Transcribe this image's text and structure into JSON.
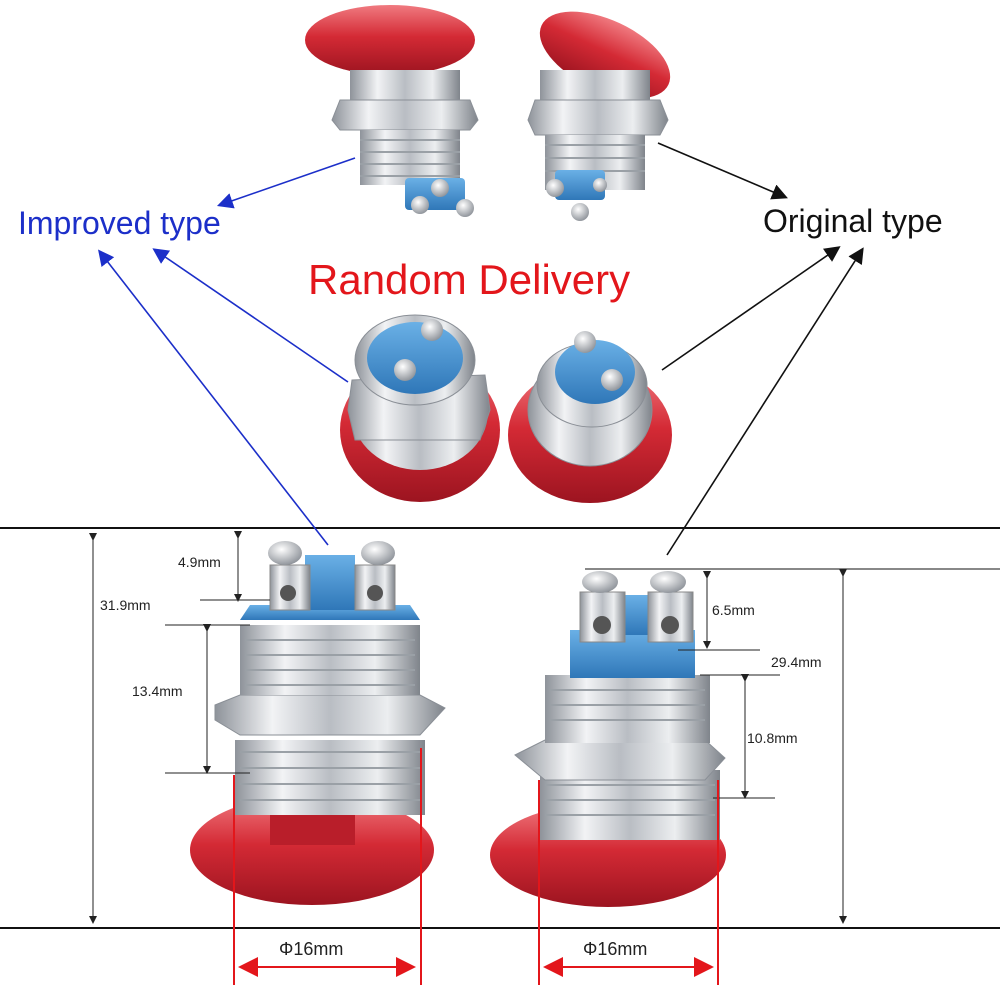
{
  "labels": {
    "title": "Random Delivery",
    "improved": "Improved type",
    "original": "Original type"
  },
  "dimensions": {
    "improved": {
      "screw_height": "4.9mm",
      "total_height": "31.9mm",
      "thread_length": "13.4mm",
      "diameter": "Φ16mm"
    },
    "original": {
      "screw_height": "6.5mm",
      "total_height": "29.4mm",
      "thread_length": "10.8mm",
      "diameter": "Φ16mm"
    }
  },
  "colors": {
    "title": "#e3161b",
    "improved": "#1c2fc9",
    "original": "#111111",
    "cap_red": "#d42a35",
    "terminal_blue": "#3f8fcf",
    "metal": "#c9ccd1"
  }
}
